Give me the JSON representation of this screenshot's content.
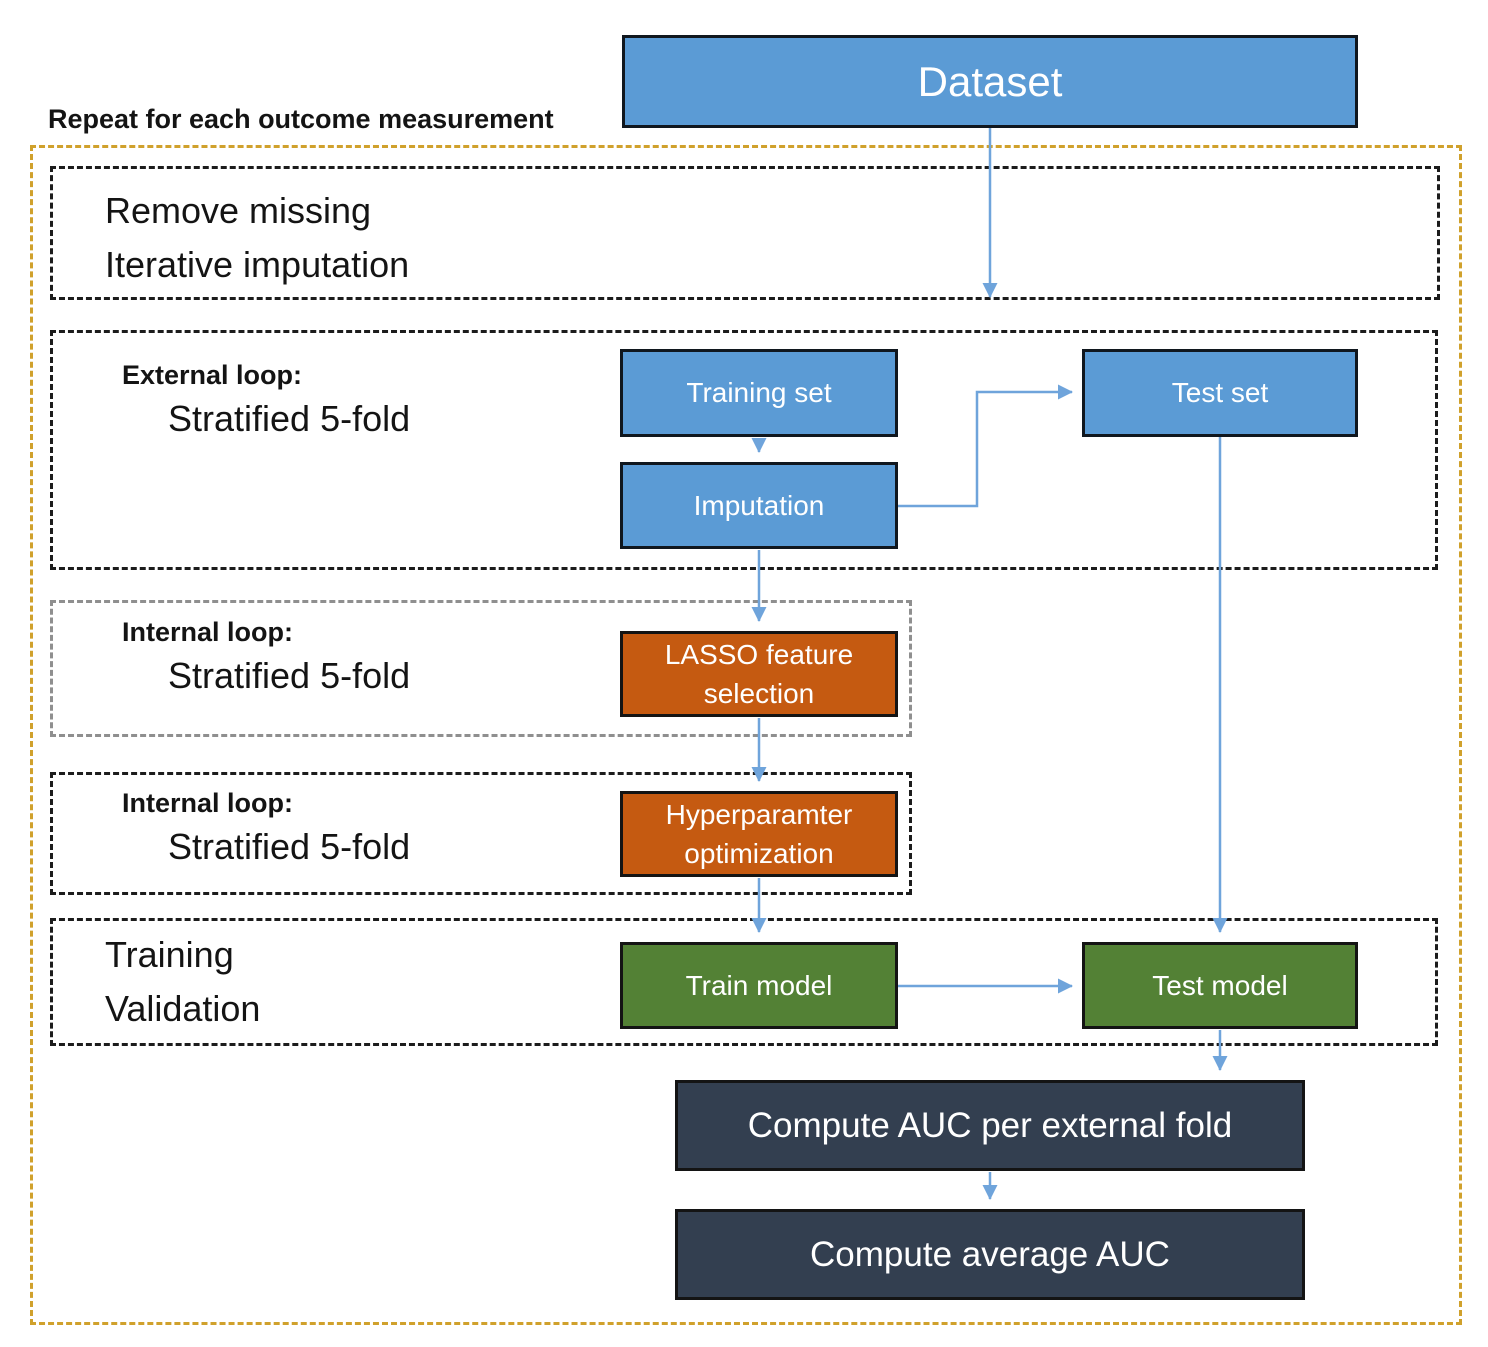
{
  "title": "Repeat for each outcome measurement",
  "nodes": {
    "dataset": "Dataset",
    "training_set": "Training set",
    "imputation": "Imputation",
    "test_set": "Test set",
    "lasso_feature_selection": "LASSO feature selection",
    "hyperparameter_optimization": "Hyperparamter optimization",
    "train_model": "Train model",
    "test_model": "Test model",
    "compute_auc_per_fold": "Compute AUC per external fold",
    "compute_average_auc": "Compute average AUC"
  },
  "sections": {
    "preprocess": {
      "line1": "Remove missing",
      "line2": "Iterative imputation"
    },
    "external_loop": {
      "label": "External loop:",
      "sublabel": "Stratified 5-fold"
    },
    "internal_loop_1": {
      "label": "Internal loop:",
      "sublabel": "Stratified 5-fold"
    },
    "internal_loop_2": {
      "label": "Internal loop:",
      "sublabel": "Stratified 5-fold"
    },
    "training_validation": {
      "line1": "Training",
      "line2": "Validation"
    }
  },
  "colors": {
    "node_blue": "#5B9BD5",
    "node_orange": "#C55A11",
    "node_green": "#538135",
    "node_navy": "#333F50",
    "arrow_blue": "#6FA4DB",
    "outer_dash_gold": "#D0A12C",
    "section_dash_black": "#1c1c1c",
    "section_dash_gray": "#8f8f8f"
  }
}
